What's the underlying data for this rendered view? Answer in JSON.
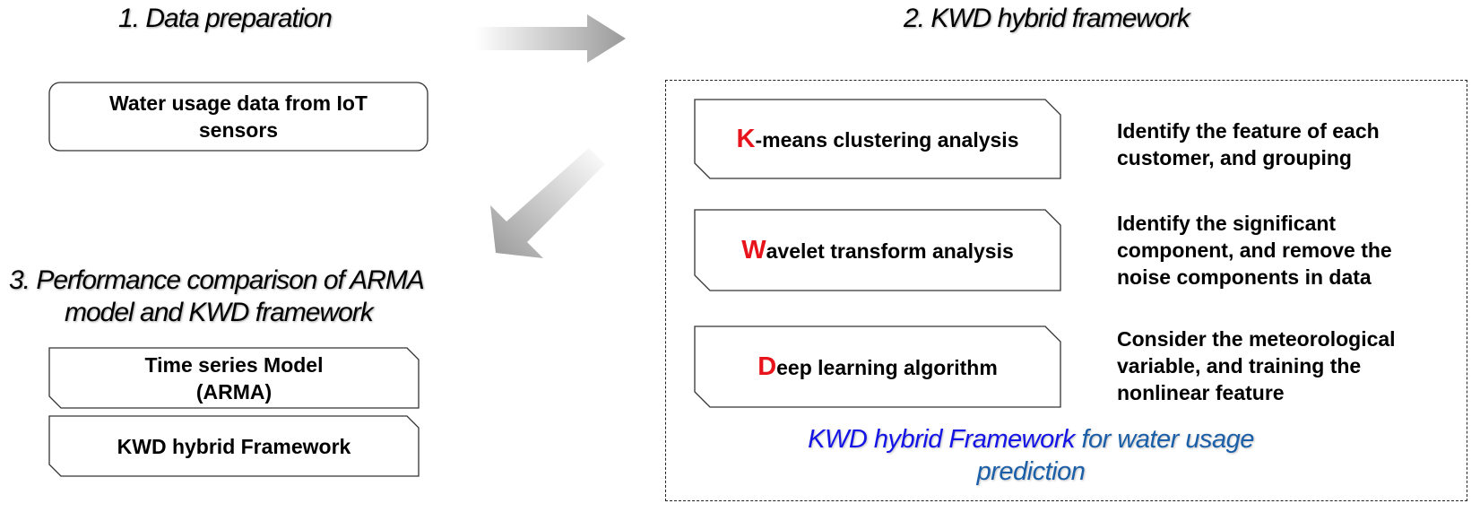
{
  "headings": {
    "step1": "1. Data preparation",
    "step2": "2. KWD hybrid framework",
    "step3_line1": "3. Performance comparison of ARMA",
    "step3_line2": "model and KWD framework"
  },
  "data_box": {
    "line1": "Water usage data from IoT",
    "line2": "sensors"
  },
  "framework": [
    {
      "initial": "K",
      "rest": "-means clustering analysis",
      "desc": [
        "Identify the feature of each",
        "customer, and grouping"
      ]
    },
    {
      "initial": "W",
      "rest": "avelet transform analysis",
      "desc": [
        "Identify the significant",
        "component, and remove the",
        "noise components in data"
      ]
    },
    {
      "initial": "D",
      "rest": "eep learning algorithm",
      "desc": [
        "Consider the meteorological",
        "variable, and training the",
        "nonlinear feature"
      ]
    }
  ],
  "comparison": {
    "arma_line1": "Time series Model",
    "arma_line2": "(ARMA)",
    "kwd": "KWD hybrid Framework"
  },
  "caption": {
    "part1": "KWD hybrid Framework",
    "part2": " for water usage",
    "line2": "prediction"
  },
  "colors": {
    "initial_red": "#e8141b",
    "caption_blue": "#1414e6",
    "caption_teal": "#1b5fa8"
  }
}
